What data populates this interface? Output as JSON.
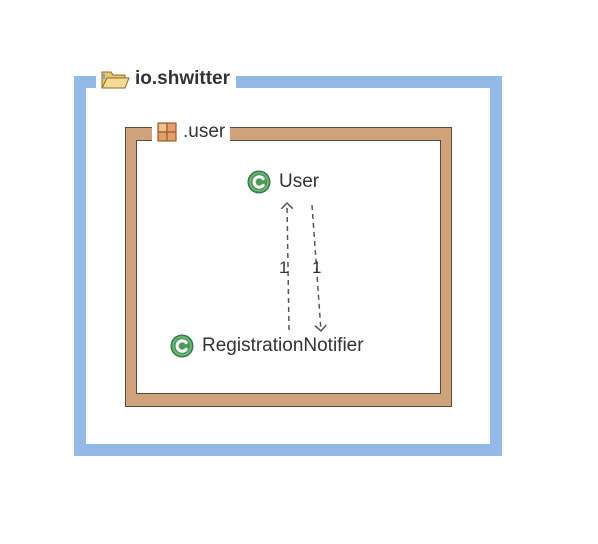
{
  "diagram": {
    "project": {
      "name": "io.shwitter",
      "icon": "folder-icon",
      "border_color": "#93b9e6"
    },
    "package": {
      "name": ".user",
      "icon": "package-icon",
      "border_color": "#cfa47c"
    },
    "classes": [
      {
        "id": "user",
        "name": "User",
        "icon": "class-icon",
        "icon_color": "#4e9a5a"
      },
      {
        "id": "registration-notifier",
        "name": "RegistrationNotifier",
        "icon": "class-icon",
        "icon_color": "#4e9a5a"
      }
    ],
    "associations": [
      {
        "from": "RegistrationNotifier",
        "to": "User",
        "multiplicity": "1",
        "style": "dashed"
      },
      {
        "from": "User",
        "to": "RegistrationNotifier",
        "multiplicity": "1",
        "style": "dashed"
      }
    ]
  }
}
